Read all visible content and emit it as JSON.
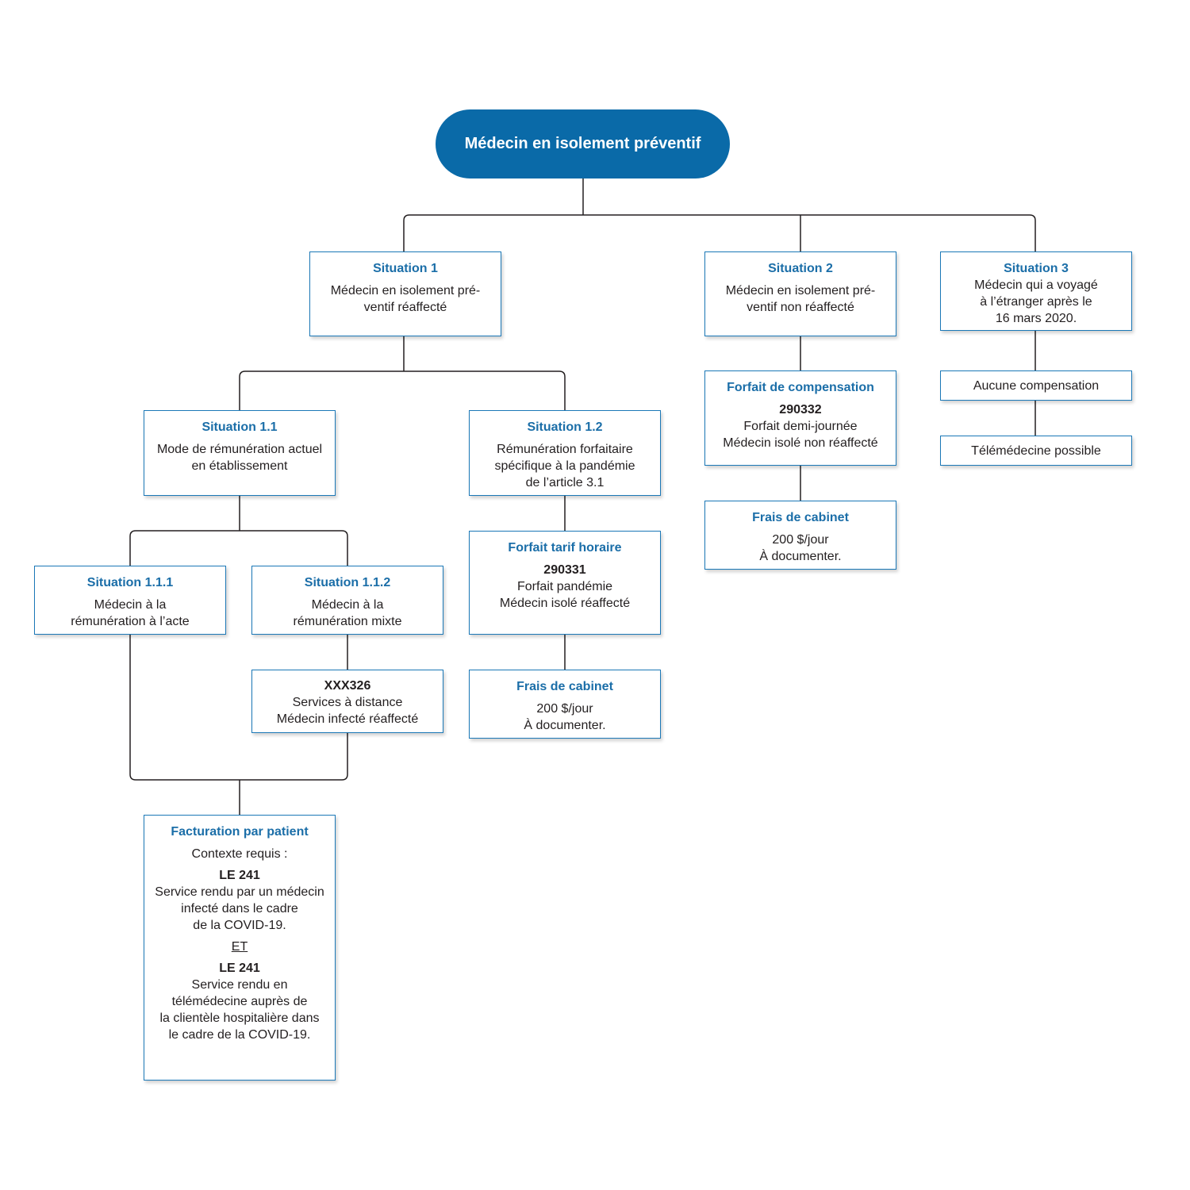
{
  "root": {
    "title": "Médecin en isolement préventif"
  },
  "situation_1": {
    "title": "Situation 1",
    "text": "Médecin en isolement pré-\nventif réaffecté"
  },
  "situation_2": {
    "title": "Situation 2",
    "text": "Médecin en isolement pré-\nventif non réaffecté"
  },
  "situation_3": {
    "title": "Situation 3",
    "text": "Médecin qui a voyagé\nà l’étranger après le\n16 mars 2020."
  },
  "situation_1_1": {
    "title": "Situation 1.1",
    "text": "Mode de rémunération actuel\nen établissement"
  },
  "situation_1_2": {
    "title": "Situation 1.2",
    "text": "Rémunération forfaitaire\nspécifique à la pandémie\nde l’article 3.1"
  },
  "situation_1_1_1": {
    "title": "Situation 1.1.1",
    "text": "Médecin à la\nrémunération à l’acte"
  },
  "situation_1_1_2": {
    "title": "Situation 1.1.2",
    "text": "Médecin à la\nrémunération mixte"
  },
  "xxx326": {
    "code": "XXX326",
    "text": "Services à distance\nMédecin infecté réaffecté"
  },
  "forfait_tarif_horaire": {
    "title": "Forfait tarif horaire",
    "code": "290331",
    "text": "Forfait pandémie\nMédecin isolé réaffecté"
  },
  "frais_cabinet_1": {
    "title": "Frais de cabinet",
    "text": "200 $/jour\nÀ documenter."
  },
  "forfait_compensation": {
    "title": "Forfait de compensation",
    "code": "290332",
    "text": "Forfait demi-journée\nMédecin isolé non réaffecté"
  },
  "frais_cabinet_2": {
    "title": "Frais de cabinet",
    "text": "200 $/jour\nÀ documenter."
  },
  "aucune_compensation": {
    "text": "Aucune compensation"
  },
  "telemedecine": {
    "text": "Télémédecine possible"
  },
  "facturation": {
    "title": "Facturation par patient",
    "context": "Contexte requis :",
    "code_a": "LE 241",
    "text_a": "Service rendu par un médecin\ninfecté dans le cadre\nde la COVID-19.",
    "et": "ET",
    "code_b": "LE 241",
    "text_b": "Service rendu en\ntélémédecine auprès de\nla clientèle hospitalière dans\nle cadre de la COVID-19."
  },
  "colors": {
    "primary": "#0a6aa8",
    "title_text": "#1b6ea8",
    "border": "#1b78b7",
    "connector": "#231f20"
  }
}
